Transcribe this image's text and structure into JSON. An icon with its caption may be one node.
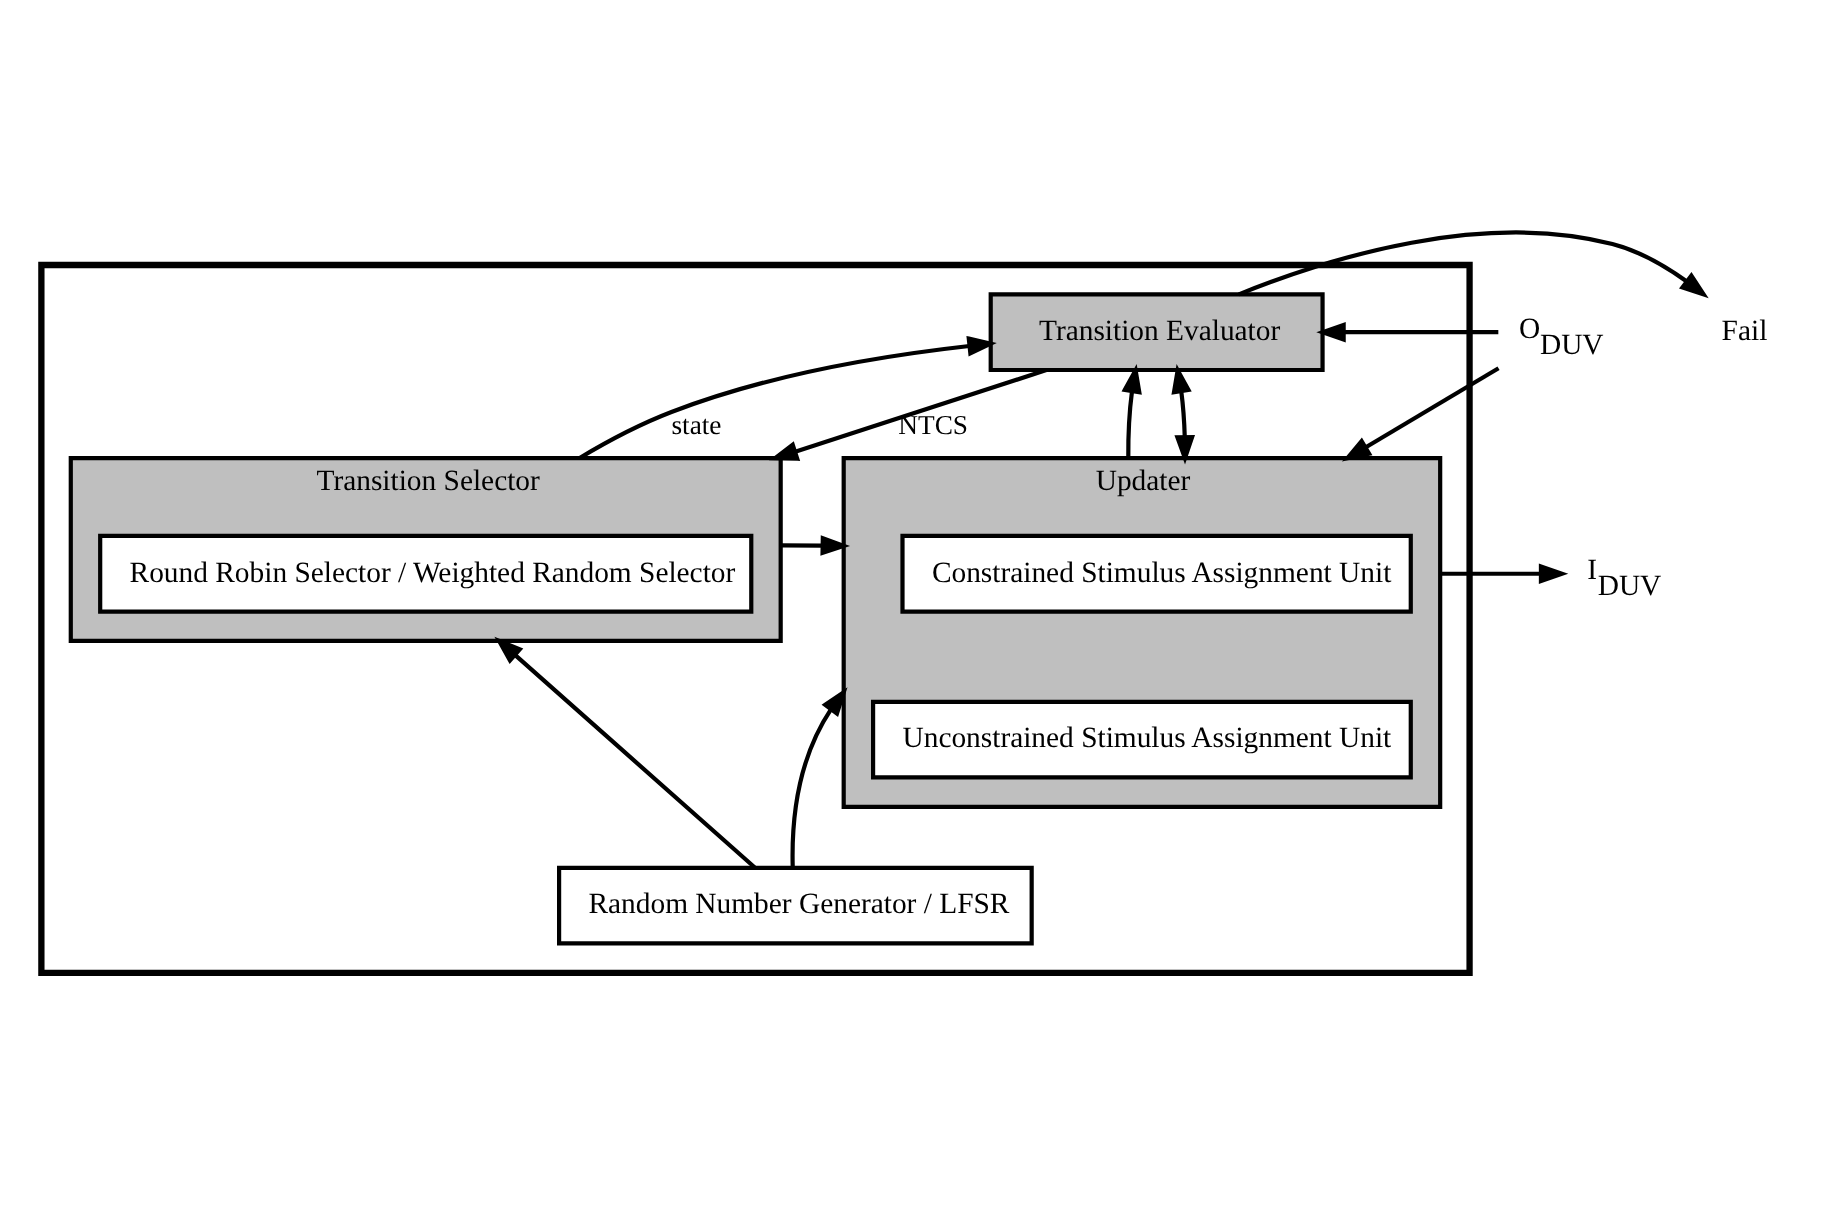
{
  "diagram": {
    "nodes": [
      {
        "text": [],
        "shape": "box"
      },
      {
        "text": [
          "Transition Evaluator"
        ],
        "in": 0
      },
      {
        "text": [
          "Updater"
        ],
        "in": 0
      },
      {
        "text": [
          "Constrained Stimulus Assignment Unit"
        ],
        "in": 2
      },
      {
        "text": [
          "Unconstrained Stimulus Assignment Unit"
        ],
        "in": 2
      },
      {
        "text": [
          "Transition Selector"
        ],
        "in": 0
      },
      {
        "text": [
          "Round Robin Selector / Weighted Random Selector"
        ],
        "in": 5
      },
      {
        "text": [
          "Random Number Generator / LFSR"
        ],
        "in": 0
      },
      {
        "text": [
          "O$_{DUV}$"
        ]
      },
      {
        "text": [
          "I$_{DUV}$"
        ]
      },
      {
        "text": [
          "Fail"
        ]
      }
    ],
    "edges": [
      {
        "from": 8,
        "to": 1,
        "arrow": "to"
      },
      {
        "from": 8,
        "to": 2,
        "arrow": "to"
      },
      {
        "from": 2,
        "to": 9,
        "arrow": "to"
      },
      {
        "from": 2,
        "to": 1,
        "arrow": "to"
      },
      {
        "from": 2,
        "to": 1,
        "arrow": "both"
      },
      {
        "from": 1,
        "to": 10,
        "arrow": "to"
      },
      {
        "from": 5,
        "to": 1,
        "arrow": "to",
        "label": "state"
      },
      {
        "from": 1,
        "to": 5,
        "arrow": "to",
        "label": "NTCS"
      },
      {
        "from": 5,
        "to": 2,
        "arrow": "to"
      },
      {
        "from": 7,
        "to": 2,
        "arrow": "to"
      },
      {
        "from": 7,
        "to": 5,
        "arrow": "to"
      }
    ]
  }
}
